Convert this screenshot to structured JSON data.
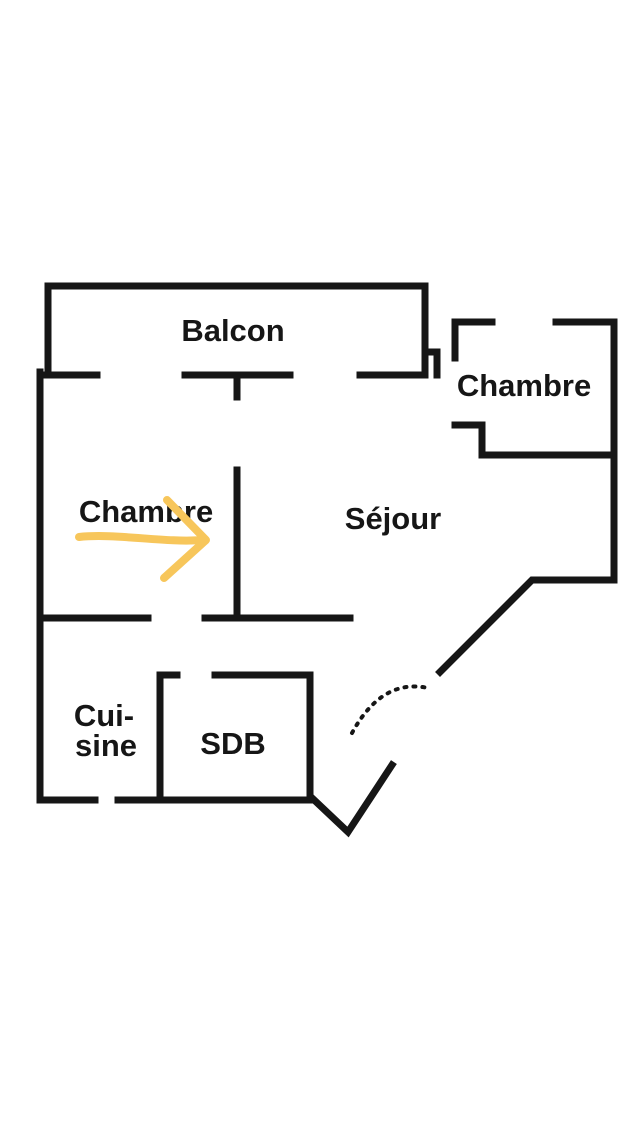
{
  "floorplan": {
    "rooms": {
      "balcon": "Balcon",
      "chambre_nord": "Chambre",
      "chambre_ouest": "Chambre",
      "sejour": "Séjour",
      "cuisine_line1": "Cui-",
      "cuisine_line2": "sine",
      "sdb": "SDB"
    },
    "annotation": {
      "arrow_color": "#F7C65B"
    },
    "colors": {
      "wall": "#161616",
      "label": "#161616",
      "background": "#FFFFFF"
    }
  }
}
